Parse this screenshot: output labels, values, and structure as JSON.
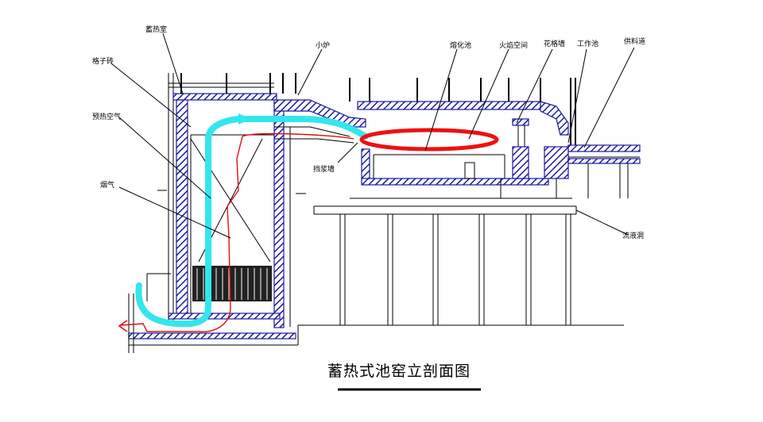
{
  "title": "蓄热式池窑立剖面图",
  "labels": {
    "regenerator_chamber": "蓄热室",
    "checker_brick": "格子砖",
    "preheated_air": "预热空气",
    "flue_gas": "烟气",
    "small_furnace": "小炉",
    "melting_tank": "熔化池",
    "flame_space": "火焰空间",
    "flower_wall": "花格墙",
    "working_tank": "工作池",
    "feeder_channel": "供料道",
    "hanging_wall": "挡浆墙",
    "flow_hole": "流液洞"
  },
  "colors": {
    "air_flow": "#33e6ee",
    "flue_flow": "#e01010",
    "flame": "#ee1010",
    "wall_blue": "#1a1aa0",
    "line": "#000000"
  }
}
